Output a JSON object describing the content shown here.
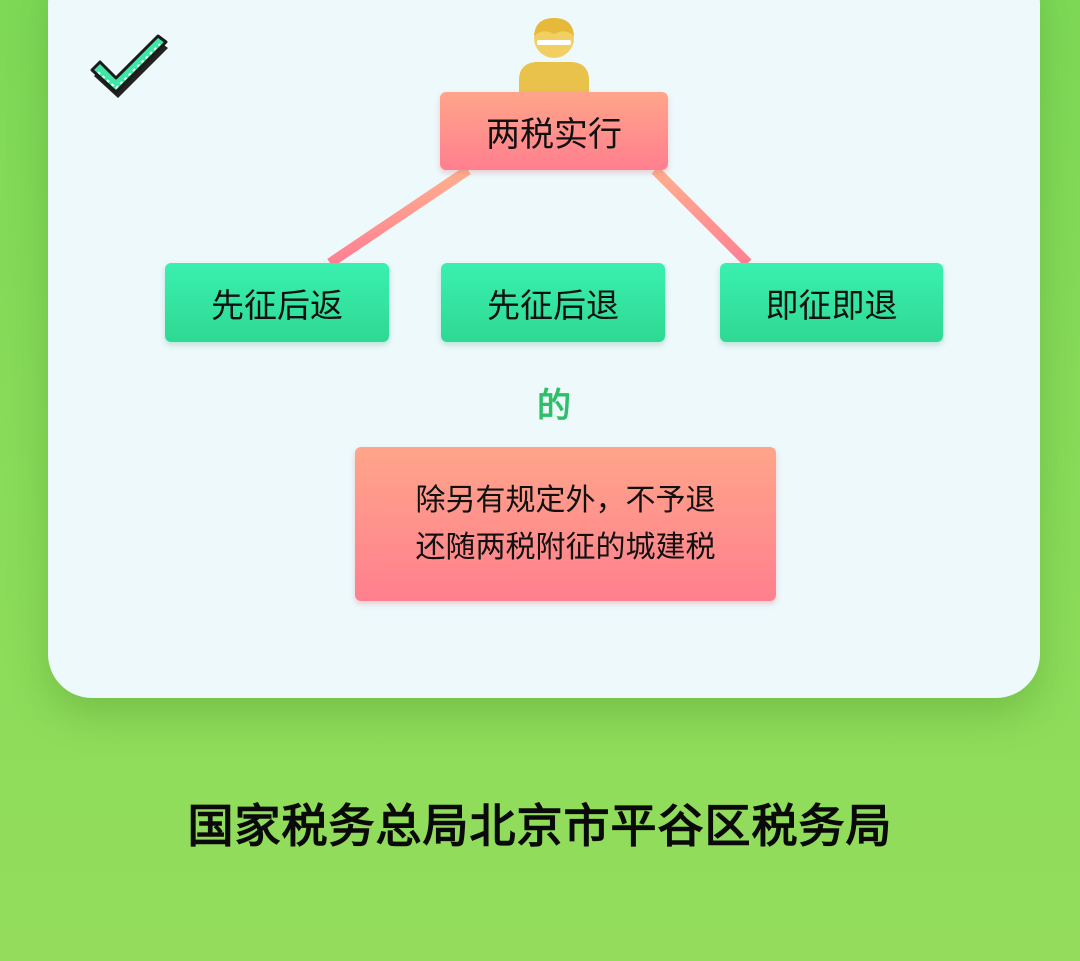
{
  "diagram": {
    "root": {
      "label": "两税实行",
      "icon": "person-icon"
    },
    "children": [
      {
        "label": "先征后返"
      },
      {
        "label": "先征后退"
      },
      {
        "label": "即征即退"
      }
    ],
    "connector_label": "的",
    "leaf": {
      "lines": [
        "除另有规定外，不予退",
        "还随两税附征的城建税"
      ]
    }
  },
  "decor": {
    "check_icon": "check-badge-icon"
  },
  "footer": {
    "text": "国家税务总局北京市平谷区税务局"
  },
  "colors": {
    "background": "#7ed957",
    "card": "#eef9fc",
    "pink_node": "#ff8d8c",
    "green_node": "#35e6a4",
    "connector_text": "#2fbf6a",
    "line": "#ff8d8c",
    "person": "#e8c24a"
  }
}
